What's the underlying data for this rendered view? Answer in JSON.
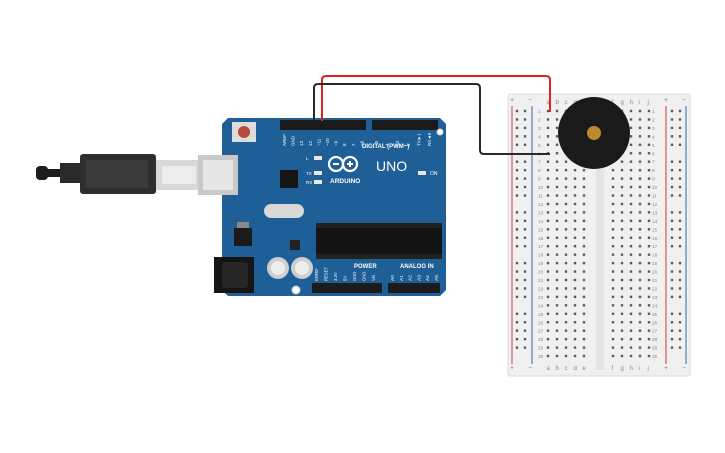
{
  "arduino": {
    "brand": "ARDUINO",
    "model": "UNO",
    "digital_label": "DIGITAL (PWM~)",
    "power_label": "POWER",
    "analog_label": "ANALOG IN",
    "on_label": "ON",
    "led_labels": [
      "L",
      "TX",
      "RX"
    ],
    "digital_pins": [
      "AREF",
      "GND",
      "13",
      "12",
      "~11",
      "~10",
      "~9",
      "8",
      "7",
      "~6",
      "~5",
      "4",
      "~3",
      "2",
      "TX►1",
      "RX◄0"
    ],
    "power_pins": [
      "IOREF",
      "RESET",
      "3.3V",
      "5V",
      "GND",
      "GND",
      "Vin"
    ],
    "analog_pins": [
      "A0",
      "A1",
      "A2",
      "A3",
      "A4",
      "A5"
    ]
  },
  "breadboard": {
    "columns_left": [
      "a",
      "b",
      "c",
      "d",
      "e"
    ],
    "columns_right": [
      "f",
      "g",
      "h",
      "i",
      "j"
    ],
    "rows": 30,
    "rail_plus": "+",
    "rail_minus": "−"
  },
  "wires": [
    {
      "name": "wire-pin13-to-buzzer",
      "color": "#e02020"
    },
    {
      "name": "wire-gnd-to-buzzer",
      "color": "#2a2a2a"
    }
  ],
  "colors": {
    "pcb": "#1f5f98",
    "pcb_dark": "#174a78",
    "buzzer": "#1a1a1a",
    "buzzer_center": "#b98a2f",
    "breadboard": "#f0f0f0",
    "rail_red": "#d23a3a",
    "rail_blue": "#2b6fb0"
  }
}
